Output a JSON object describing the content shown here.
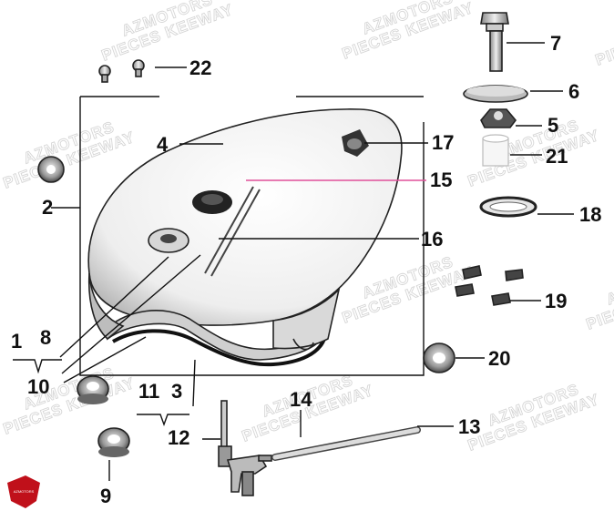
{
  "watermark": {
    "line1": "AZMOTORS",
    "line2": "PIECES KEEWAY"
  },
  "logo": {
    "text": "AZMOTORS"
  },
  "callouts": [
    {
      "id": "1",
      "label": "1"
    },
    {
      "id": "2",
      "label": "2"
    },
    {
      "id": "3",
      "label": "3"
    },
    {
      "id": "4",
      "label": "4"
    },
    {
      "id": "5",
      "label": "5"
    },
    {
      "id": "6",
      "label": "6"
    },
    {
      "id": "7",
      "label": "7"
    },
    {
      "id": "8",
      "label": "8"
    },
    {
      "id": "9",
      "label": "9"
    },
    {
      "id": "10",
      "label": "10"
    },
    {
      "id": "11",
      "label": "11"
    },
    {
      "id": "12",
      "label": "12"
    },
    {
      "id": "13",
      "label": "13"
    },
    {
      "id": "14",
      "label": "14"
    },
    {
      "id": "15",
      "label": "15"
    },
    {
      "id": "16",
      "label": "16"
    },
    {
      "id": "17",
      "label": "17"
    },
    {
      "id": "18",
      "label": "18"
    },
    {
      "id": "19",
      "label": "19"
    },
    {
      "id": "20",
      "label": "20"
    },
    {
      "id": "21",
      "label": "21"
    },
    {
      "id": "22",
      "label": "22"
    }
  ],
  "colors": {
    "highlight_line": "#e0509a",
    "watermark": "#d6d6d6",
    "logo": "#c0101a"
  }
}
